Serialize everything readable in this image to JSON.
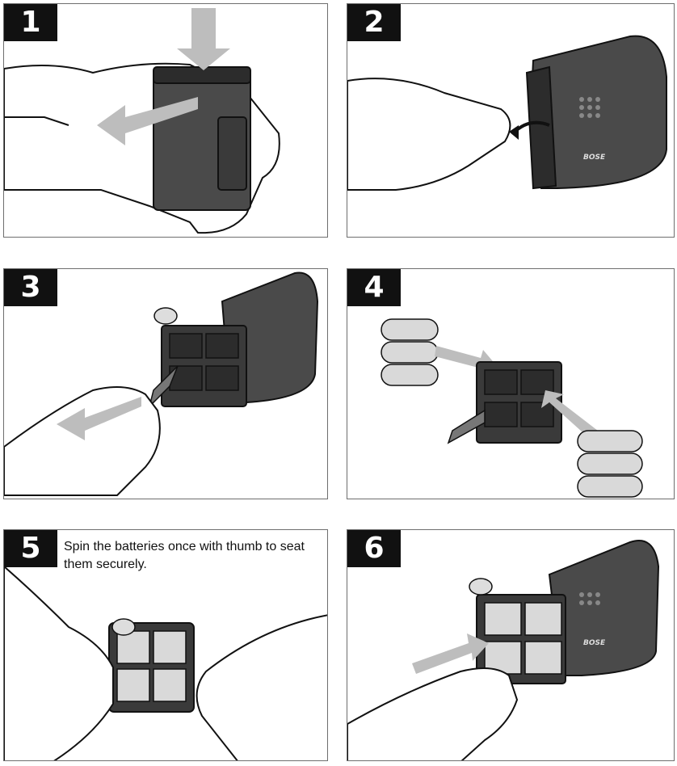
{
  "steps": [
    {
      "number": "1"
    },
    {
      "number": "2"
    },
    {
      "number": "3"
    },
    {
      "number": "4"
    },
    {
      "number": "5",
      "caption": "Spin the batteries once with thumb to seat them securely."
    },
    {
      "number": "6"
    }
  ],
  "brand_logo_text": "BOSE",
  "colors": {
    "device": "#4a4a4a",
    "device_dark": "#2c2c2c",
    "battery": "#d9d9d9",
    "arrow": "#bdbdbd",
    "badge": "#111111"
  }
}
